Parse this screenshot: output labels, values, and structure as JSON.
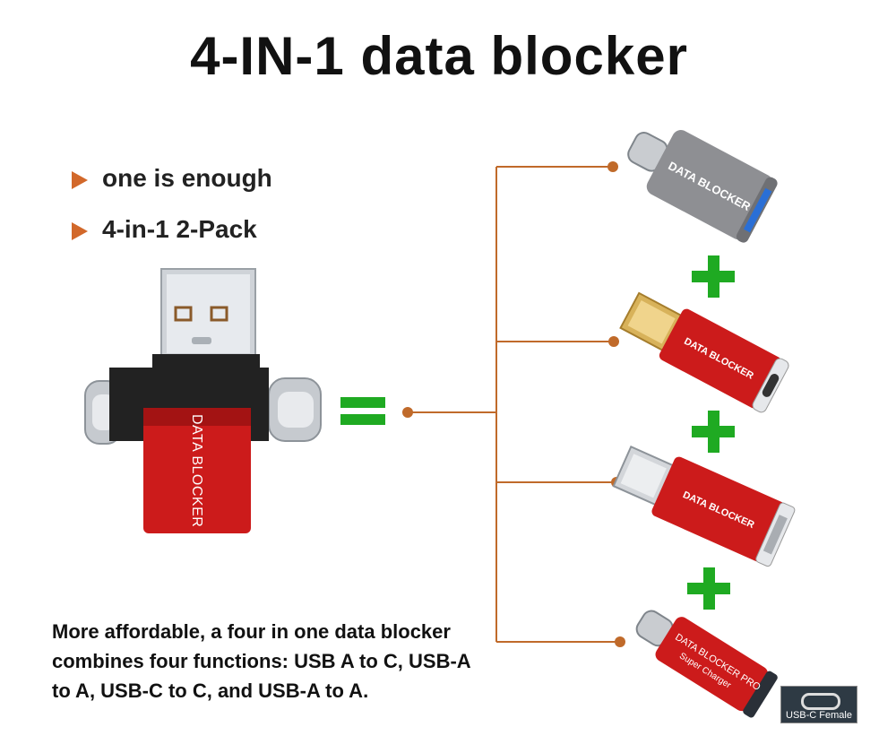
{
  "title": "4-IN-1 data blocker",
  "bullets": [
    "one is enough",
    "4-in-1  2-Pack"
  ],
  "description_lines": [
    "More affordable, a four in one data blocker",
    "combines four functions: USB A to C, USB-A",
    "to A, USB-C to C, and USB-A to A."
  ],
  "device_label": "DATA BLOCKER",
  "device_label_pro": "DATA BLOCKER PRO",
  "pro_subtitle": "Super Charger",
  "usbc_tag": "USB-C Female",
  "colors": {
    "accent": "#d2682a",
    "green": "#1faa22",
    "red": "#cc1b1b",
    "silver": "#8e8f93"
  }
}
